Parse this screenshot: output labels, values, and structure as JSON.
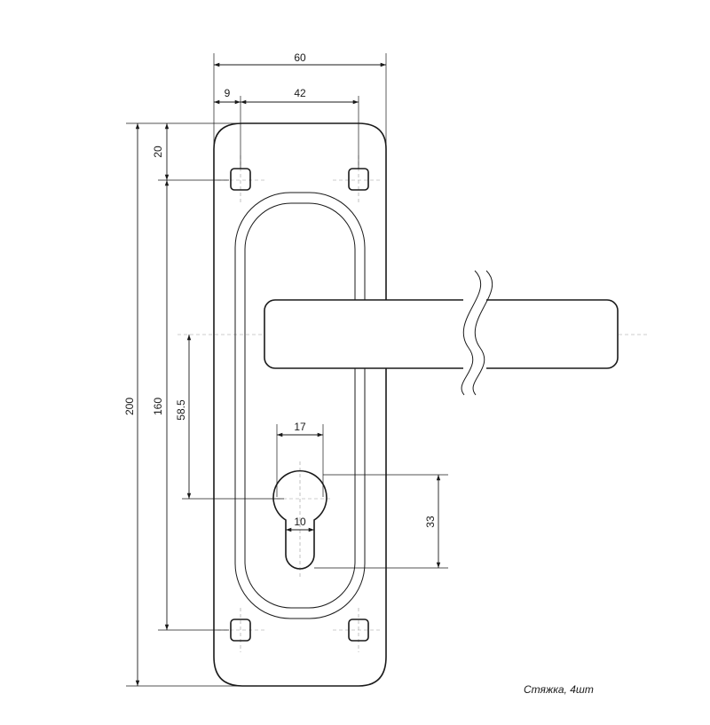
{
  "dimensions": {
    "width_total": "60",
    "offset_hole": "9",
    "hole_spacing_horizontal": "42",
    "top_offset": "20",
    "height_total": "200",
    "hole_spacing_vertical": "160",
    "handle_to_lock": "58.5",
    "cylinder_width": "17",
    "slot_width": "10",
    "cylinder_height": "33"
  },
  "note": {
    "text": "Стяжка, 4шт"
  },
  "colors": {
    "line": "#1a1a1a",
    "center_line": "#9a9a9a",
    "background": "#ffffff"
  }
}
